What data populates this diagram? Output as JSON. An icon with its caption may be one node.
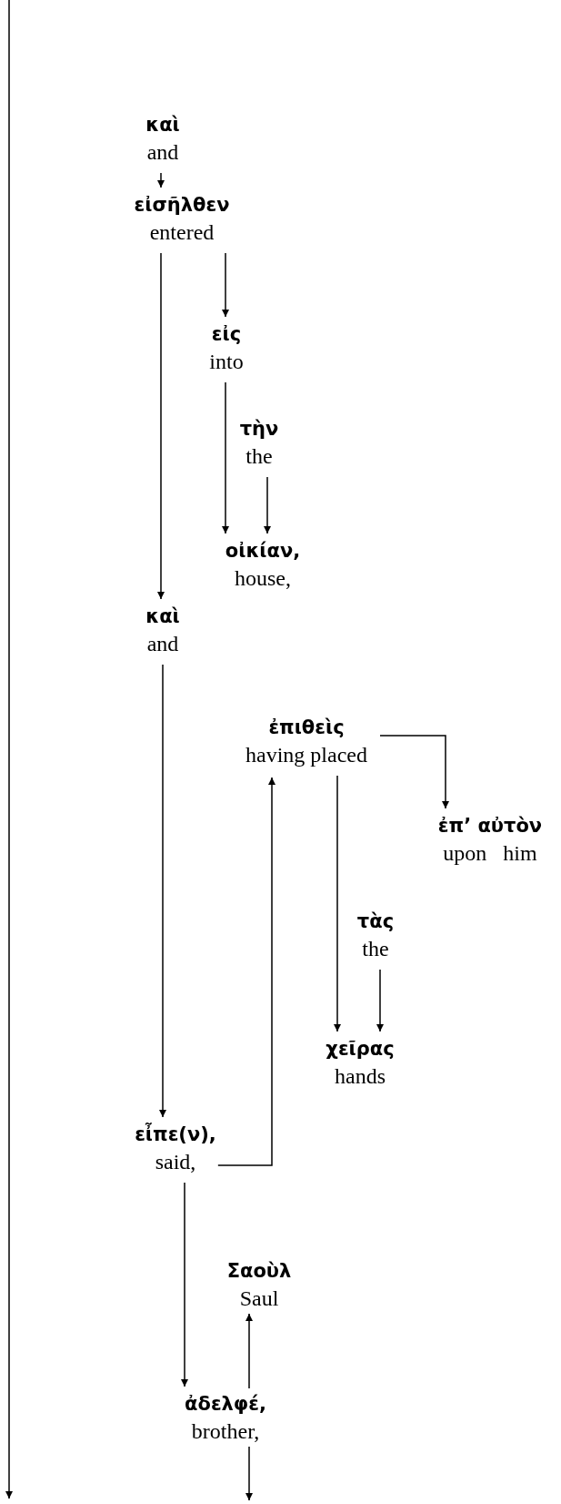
{
  "diagram": {
    "nodes": [
      {
        "text": [
          "καὶ",
          "and"
        ]
      },
      {
        "text": [
          "εἰσῆλθεν",
          "entered"
        ]
      },
      {
        "text": [
          "εἰς",
          "into"
        ]
      },
      {
        "text": [
          "τὴν",
          "the"
        ]
      },
      {
        "text": [
          "οἰκίαν,",
          "house,"
        ]
      },
      {
        "text": [
          "καὶ",
          "and"
        ]
      },
      {
        "text": [
          "ἐπιθεὶς",
          "having placed"
        ]
      },
      {
        "text": [
          "ἐπ’ αὐτὸν",
          "upon   him"
        ]
      },
      {
        "text": [
          "τὰς",
          "the"
        ]
      },
      {
        "text": [
          "χεῖρας",
          "hands"
        ]
      },
      {
        "text": [
          "εἶπε(ν),",
          "said,"
        ]
      },
      {
        "text": [
          "Σαοὺλ",
          "Saul"
        ]
      },
      {
        "text": [
          "ἀδελφέ,",
          "brother,"
        ]
      }
    ],
    "edges": [
      {
        "from": 0,
        "to": 1,
        "arrow": "to"
      },
      {
        "from": 1,
        "to": 2,
        "arrow": "to"
      },
      {
        "from": 1,
        "to": 5,
        "arrow": "to"
      },
      {
        "from": 2,
        "to": 4,
        "arrow": "to"
      },
      {
        "from": 3,
        "to": 4,
        "arrow": "to"
      },
      {
        "from": 5,
        "to": 10,
        "arrow": "to"
      },
      {
        "from": 10,
        "to": 6,
        "arrow": "to"
      },
      {
        "from": 6,
        "to": 7,
        "arrow": "to"
      },
      {
        "from": 6,
        "to": 9,
        "arrow": "to"
      },
      {
        "from": 8,
        "to": 9,
        "arrow": "to"
      },
      {
        "from": 10,
        "to": 12,
        "arrow": "to"
      },
      {
        "from": 12,
        "to": 11,
        "arrow": "to"
      },
      {
        "from": 12,
        "to": null,
        "arrow": "to"
      }
    ]
  }
}
